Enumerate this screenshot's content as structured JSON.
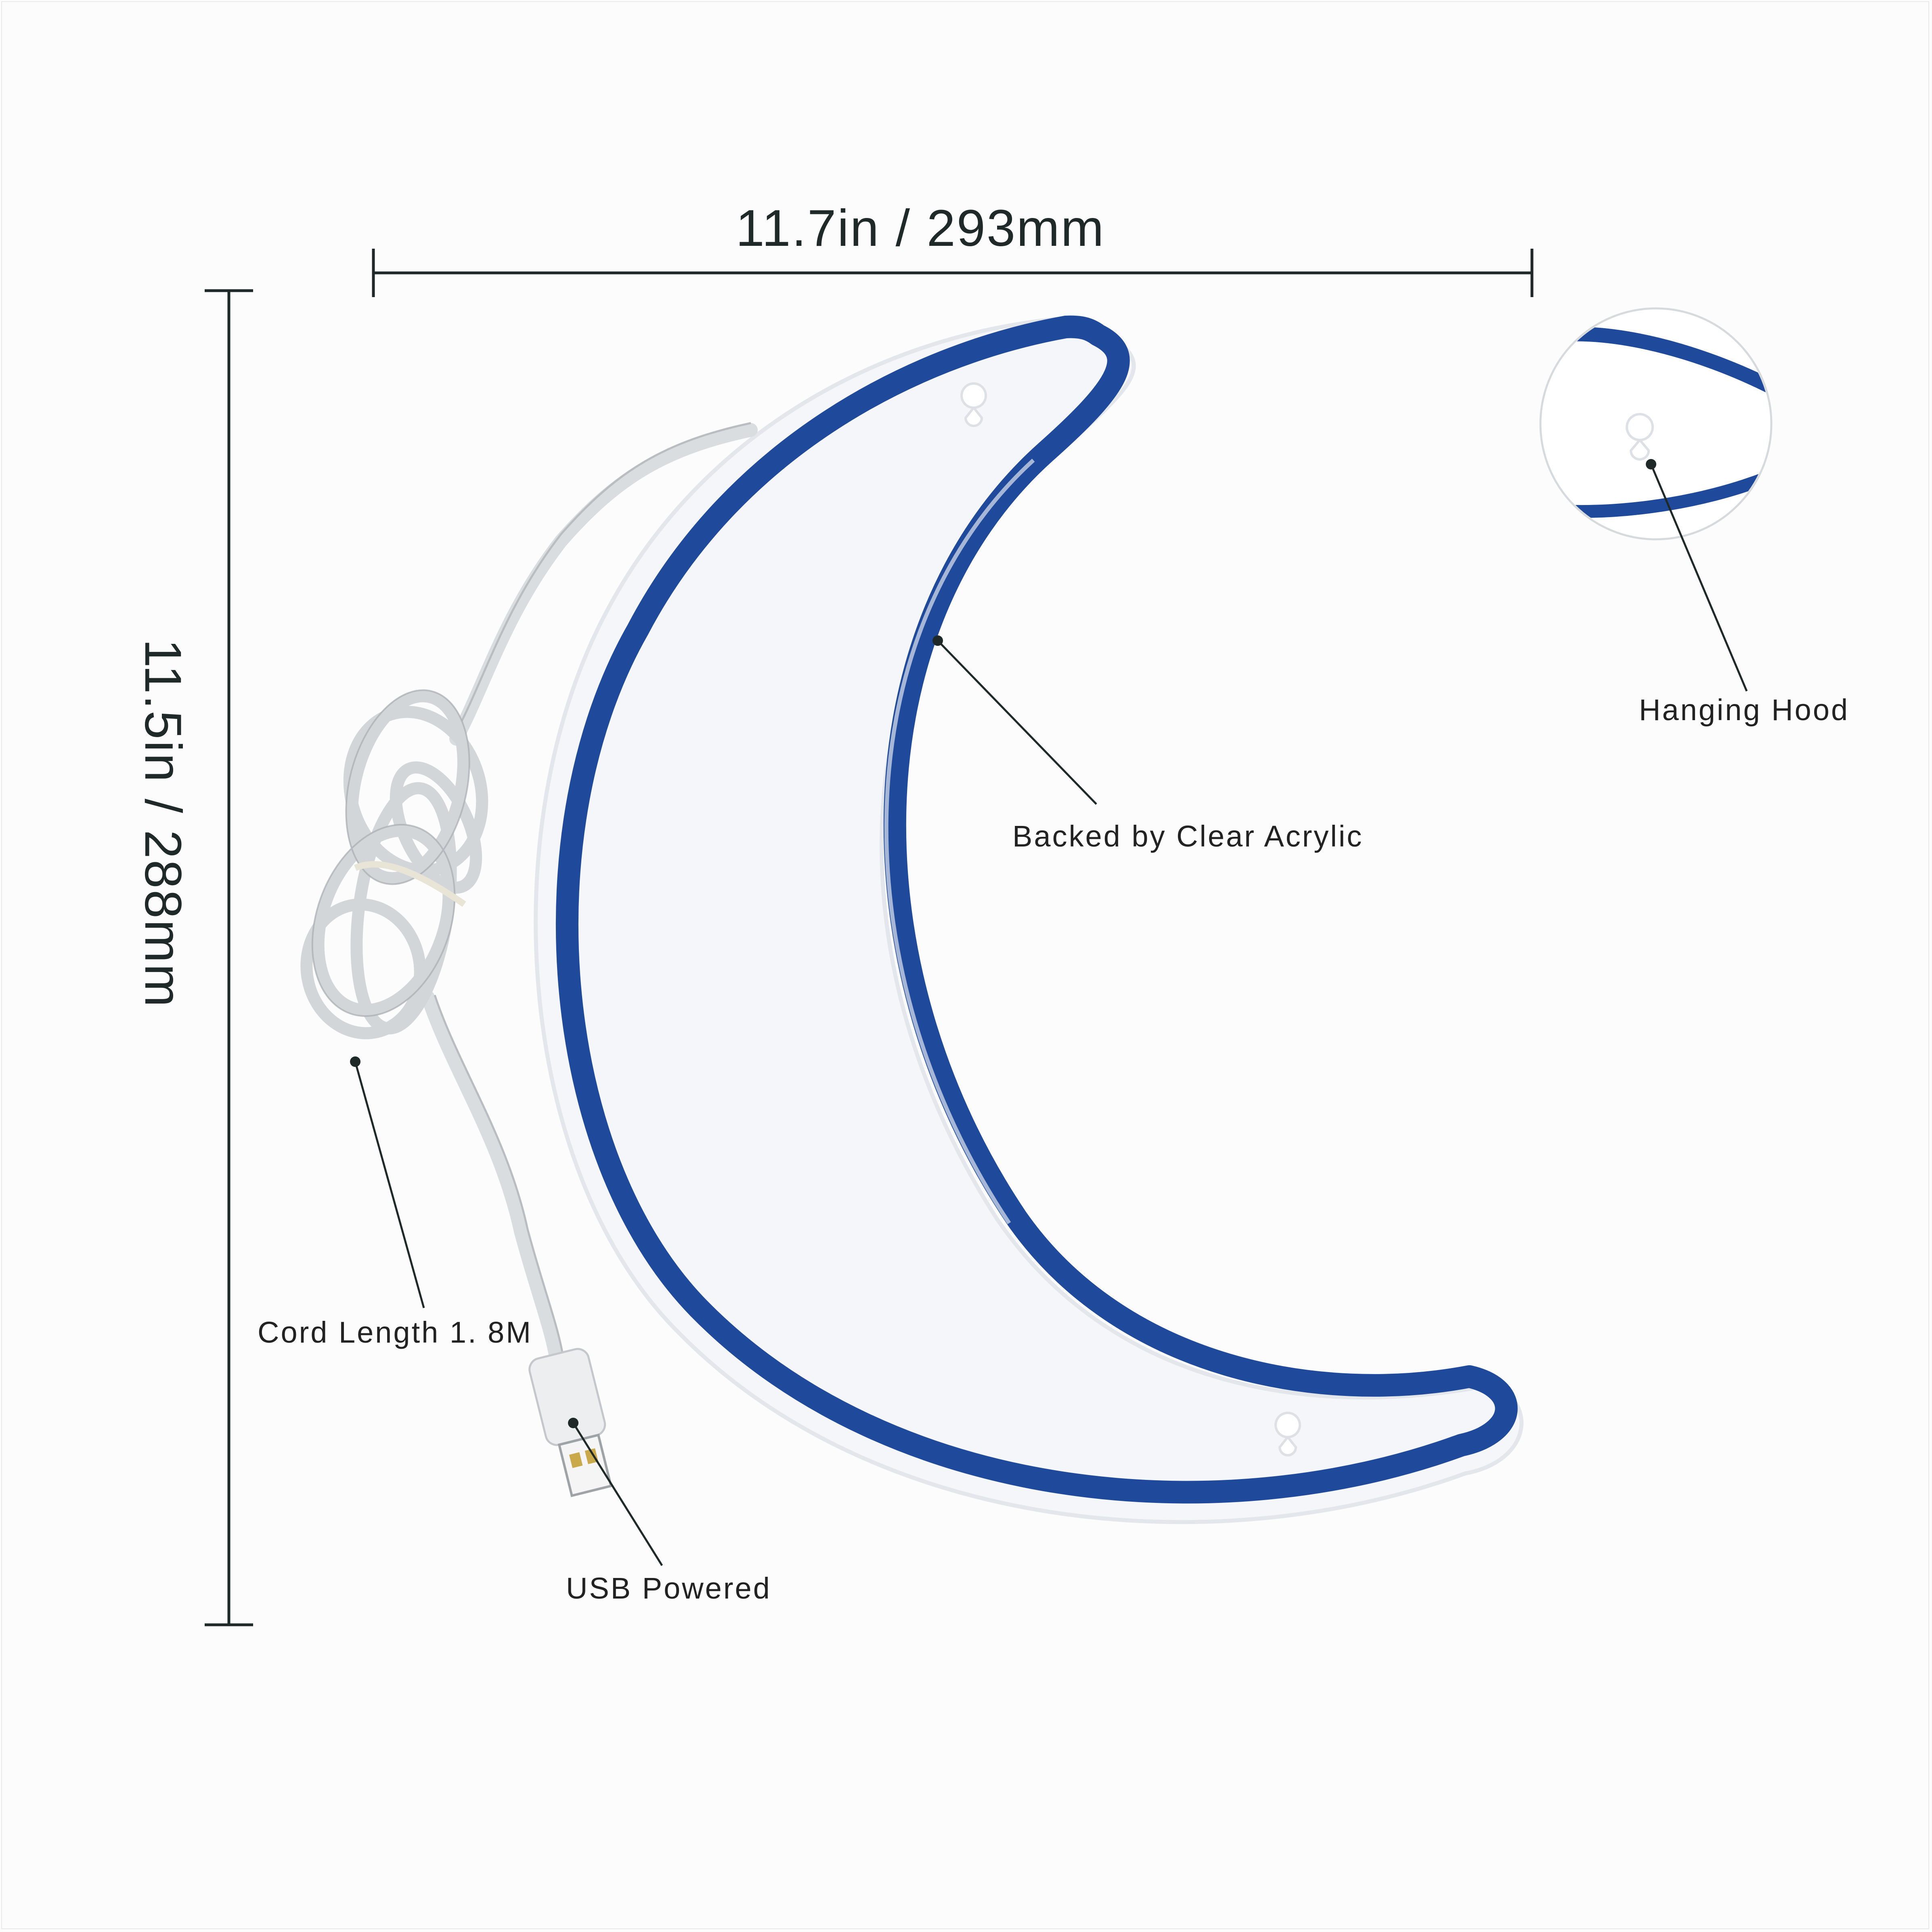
{
  "dimensions": {
    "width_label": "11.7in / 293mm",
    "height_label": "11.5in / 288mm"
  },
  "callouts": {
    "acrylic": "Backed by Clear Acrylic",
    "hanging_hood": "Hanging Hood",
    "cord_length": "Cord Length 1. 8M",
    "usb": "USB Powered"
  },
  "colors": {
    "neon_blue": "#1f4a9c",
    "line": "#1f2a28",
    "cable": "#dadddf"
  }
}
